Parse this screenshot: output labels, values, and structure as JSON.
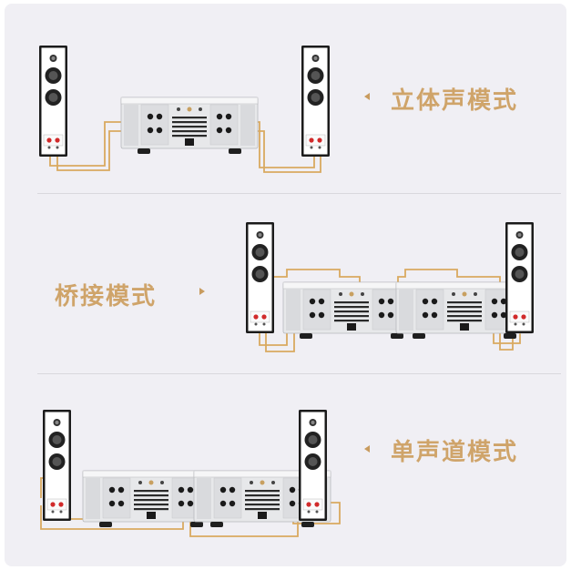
{
  "modes": {
    "stereo": {
      "label": "立体声模式"
    },
    "bridge": {
      "label": "桥接模式"
    },
    "mono": {
      "label": "单声道模式"
    }
  },
  "colors": {
    "background": "#f0eff4",
    "label": "#cfa46a",
    "cable": "#d9a960",
    "speaker_frame": "#1a1a1a",
    "amp_body": "#e7e8ea"
  }
}
